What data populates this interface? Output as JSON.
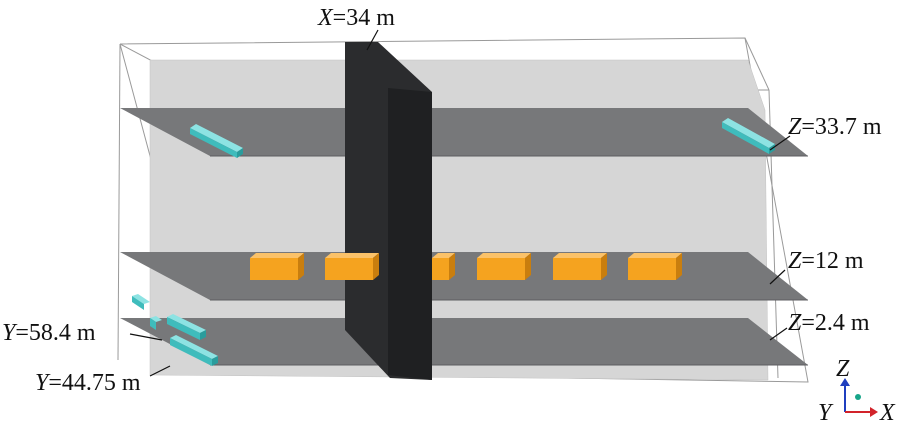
{
  "labels": {
    "x_plane": {
      "var": "X",
      "rest": "=34 m"
    },
    "z_top": {
      "var": "Z",
      "rest": "=33.7 m"
    },
    "z_mid": {
      "var": "Z",
      "rest": "=12 m"
    },
    "z_low": {
      "var": "Z",
      "rest": "=2.4 m"
    },
    "y_584": {
      "var": "Y",
      "rest": "=58.4 m"
    },
    "y_4475": {
      "var": "Y",
      "rest": "=44.75 m"
    }
  },
  "axes": {
    "z": "Z",
    "y": "Y",
    "x": "X"
  },
  "colors": {
    "wall": "#d6d6d6",
    "floor": "#77787a",
    "x_plane": "#2b2c2e",
    "box": "#f5a31f",
    "diffuser": "#5ed2d2",
    "axis_x": "#d2232a",
    "axis_y": "#17a589",
    "axis_z": "#1f3fbf"
  }
}
